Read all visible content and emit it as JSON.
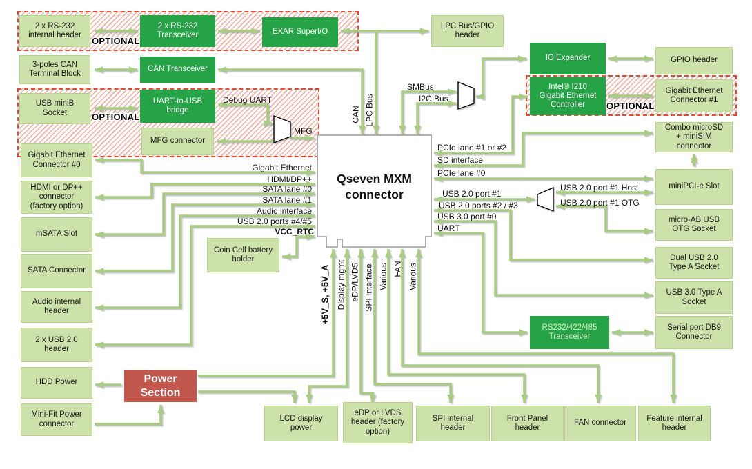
{
  "connector": {
    "label": "Qseven MXM\nconnector"
  },
  "optional_label": "OPTIONAL",
  "colors": {
    "light_green": "#cde1ab",
    "dark_green": "#26a347",
    "power_red": "#c2574e",
    "line_green": "#a9cc85",
    "hatch_red": "#dd4f35"
  },
  "boxes": [
    {
      "id": "rs232-internal-header",
      "label": "2 x RS-232\ninternal header",
      "variant": "light"
    },
    {
      "id": "can-terminal-block",
      "label": "3-poles CAN\nTerminal Block",
      "variant": "light"
    },
    {
      "id": "usb-minib-socket",
      "label": "USB miniB\nSocket",
      "variant": "light"
    },
    {
      "id": "gbe-connector-0",
      "label": "Gigabit Ethernet\nConnector #0",
      "variant": "light"
    },
    {
      "id": "hdmi-dp-connector",
      "label": "HDMI or DP++\nconnector\n(factory option)",
      "variant": "light"
    },
    {
      "id": "msata-slot",
      "label": "mSATA Slot",
      "variant": "light"
    },
    {
      "id": "sata-connector",
      "label": "SATA Connector",
      "variant": "light"
    },
    {
      "id": "audio-internal-header",
      "label": "Audio internal\nheader",
      "variant": "light"
    },
    {
      "id": "usb2-header",
      "label": "2 x USB 2.0\nheader",
      "variant": "light"
    },
    {
      "id": "hdd-power",
      "label": "HDD Power",
      "variant": "light"
    },
    {
      "id": "minifit-power",
      "label": "Mini-Fit Power\nconnector",
      "variant": "light"
    },
    {
      "id": "rs232-transceiver",
      "label": "2 x RS-232\nTransceiver",
      "variant": "dark"
    },
    {
      "id": "can-transceiver",
      "label": "CAN Transceiver",
      "variant": "dark"
    },
    {
      "id": "uart-usb-bridge",
      "label": "UART-to-USB\nbridge",
      "variant": "dark"
    },
    {
      "id": "mfg-connector",
      "label": "MFG connector",
      "variant": "light"
    },
    {
      "id": "coin-cell-holder",
      "label": "Coin Cell battery\nholder",
      "variant": "light"
    },
    {
      "id": "power-section",
      "label": "Power\nSection",
      "variant": "red"
    },
    {
      "id": "exar-superio",
      "label": "EXAR SuperI/O",
      "variant": "dark"
    },
    {
      "id": "lpc-gpio-header",
      "label": "LPC Bus/GPIO\nheader",
      "variant": "light"
    },
    {
      "id": "io-expander",
      "label": "IO Expander",
      "variant": "dark"
    },
    {
      "id": "i210-controller",
      "label": "Intel® I210\nGigabit Ethernet\nController",
      "variant": "dark"
    },
    {
      "id": "gpio-header",
      "label": "GPIO header",
      "variant": "light"
    },
    {
      "id": "gbe-connector-1",
      "label": "Gigabit Ethernet\nConnector #1",
      "variant": "light"
    },
    {
      "id": "combo-microsd",
      "label": "Combo microSD\n+ miniSIM\nconnector",
      "variant": "light"
    },
    {
      "id": "minipcie-slot",
      "label": "miniPCI-e Slot",
      "variant": "light"
    },
    {
      "id": "micro-ab-otg",
      "label": "micro-AB USB\nOTG Socket",
      "variant": "light"
    },
    {
      "id": "dual-usb-socket",
      "label": "Dual USB 2.0\nType A Socket",
      "variant": "light"
    },
    {
      "id": "usb3-socket",
      "label": "USB 3.0 Type A\nSocket",
      "variant": "light"
    },
    {
      "id": "serial-db9",
      "label": "Serial port DB9\nConnector",
      "variant": "light"
    },
    {
      "id": "rs485-transceiver",
      "label": "RS232/422/485\nTransceiver",
      "variant": "dark"
    },
    {
      "id": "lcd-power",
      "label": "LCD display\npower",
      "variant": "light"
    },
    {
      "id": "edp-lvds-header",
      "label": "eDP or LVDS\nheader (factory\noption)",
      "variant": "light"
    },
    {
      "id": "spi-internal-header",
      "label": "SPI internal\nheader",
      "variant": "light"
    },
    {
      "id": "front-panel-header",
      "label": "Front Panel\nheader",
      "variant": "light"
    },
    {
      "id": "fan-connector",
      "label": "FAN connector",
      "variant": "light"
    },
    {
      "id": "feature-internal-header",
      "label": "Feature internal\nheader",
      "variant": "light"
    }
  ],
  "edge_labels": [
    {
      "id": "gigabit-ethernet",
      "text": "Gigabit Ethernet"
    },
    {
      "id": "hdmi-dp",
      "text": "HDMI/DP++"
    },
    {
      "id": "sata-lane-0",
      "text": "SATA lane #0"
    },
    {
      "id": "sata-lane-1",
      "text": "SATA lane #1"
    },
    {
      "id": "audio-interface",
      "text": "Audio interface"
    },
    {
      "id": "usb-ports-45",
      "text": "USB 2.0 ports #4/#5"
    },
    {
      "id": "vcc-rtc",
      "text": "VCC_RTC"
    },
    {
      "id": "pcie-lane-12",
      "text": "PCIe lane #1 or #2"
    },
    {
      "id": "sd-interface",
      "text": "SD interface"
    },
    {
      "id": "pcie-lane-0",
      "text": "PCIe lane #0"
    },
    {
      "id": "usb-port-1",
      "text": "USB 2.0 port #1"
    },
    {
      "id": "usb-ports-23",
      "text": "USB 2.0 ports #2 / #3"
    },
    {
      "id": "usb3-port-0",
      "text": "USB 3.0 port #0"
    },
    {
      "id": "uart",
      "text": "UART"
    },
    {
      "id": "usb1-host",
      "text": "USB 2.0 port #1 Host"
    },
    {
      "id": "usb1-otg",
      "text": "USB 2.0 port #1 OTG"
    },
    {
      "id": "smbus",
      "text": "SMBus"
    },
    {
      "id": "i2c-bus",
      "text": "I2C Bus"
    },
    {
      "id": "debug-uart",
      "text": "Debug UART"
    },
    {
      "id": "mfg",
      "text": "MFG"
    },
    {
      "id": "can",
      "text": "CAN"
    },
    {
      "id": "lpc-bus",
      "text": "LPC Bus"
    },
    {
      "id": "p5v",
      "text": "+5V_S, +5V_A"
    },
    {
      "id": "display-mgmt",
      "text": "Display mgmt"
    },
    {
      "id": "edp-lvds",
      "text": "eDP/LVDS"
    },
    {
      "id": "spi-interface",
      "text": "SPI Interface"
    },
    {
      "id": "various-1",
      "text": "Various"
    },
    {
      "id": "fan",
      "text": "FAN"
    },
    {
      "id": "various-2",
      "text": "Various"
    }
  ]
}
